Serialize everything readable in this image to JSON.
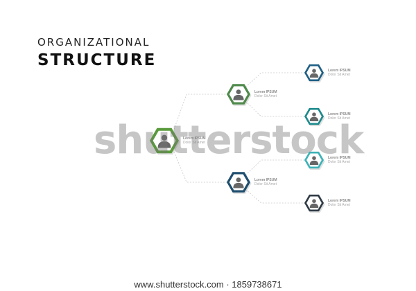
{
  "title": {
    "line1": "ORGANIZATIONAL",
    "line2": "STRUCTURE"
  },
  "colors": {
    "level1": "#5a9a3c",
    "level2a": "#4f8a4b",
    "level2b": "#1f4e6e",
    "leaf1": "#1f5f84",
    "leaf2": "#1c8a8c",
    "leaf3": "#3bb3b8",
    "leaf4": "#2f3b45",
    "connector": "#c8c8c8"
  },
  "nodes": [
    {
      "id": "root",
      "label": "Lorem IPSUM",
      "sub": "Dolor Sit Amet",
      "icon": "person-icon"
    },
    {
      "id": "mid-top",
      "label": "Lorem IPSUM",
      "sub": "Dolor Sit Amet",
      "icon": "person-icon"
    },
    {
      "id": "mid-bottom",
      "label": "Lorem IPSUM",
      "sub": "Dolor Sit Amet",
      "icon": "person-icon"
    },
    {
      "id": "leaf-1",
      "label": "Lorem IPSUM",
      "sub": "Dolor Sit Amet",
      "icon": "person-icon"
    },
    {
      "id": "leaf-2",
      "label": "Lorem IPSUM",
      "sub": "Dolor Sit Amet",
      "icon": "person-icon"
    },
    {
      "id": "leaf-3",
      "label": "Lorem IPSUM",
      "sub": "Dolor Sit Amet",
      "icon": "person-icon"
    },
    {
      "id": "leaf-4",
      "label": "Lorem IPSUM",
      "sub": "Dolor Sit Amet",
      "icon": "person-icon"
    }
  ],
  "watermark": "shutterstock",
  "footer": {
    "url": "www.shutterstock.com · 1859738671"
  }
}
